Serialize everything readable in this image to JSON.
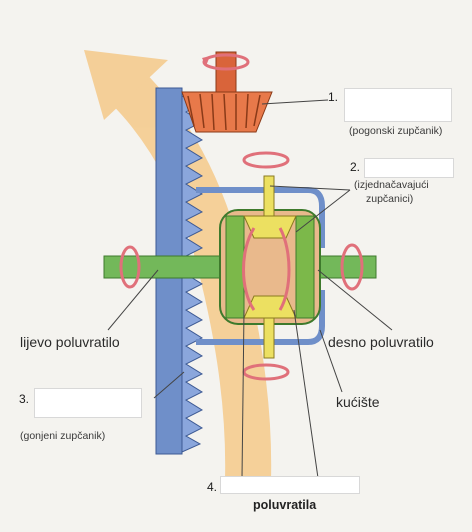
{
  "labels": {
    "n1": "1.",
    "pogonski": "(pogonski zupčanik)",
    "n2": "2.",
    "izjednacavajuci": [
      "(izjednačavajući",
      "zupčanici)"
    ],
    "lijevo": "lijevo poluvratilo",
    "desno": "desno poluvratilo",
    "n3": "3.",
    "gonjeni": "(gonjeni zupčanik)",
    "kuciste": "kućište",
    "n4": "4.",
    "poluvratila": "poluvratila"
  },
  "colors": {
    "background": "#f4f3ef",
    "arrow": "#f4c98a",
    "ring_gear": "#6f8fc9",
    "pinion_gear": "#d9643a",
    "axle": "#73b85a",
    "planet_gear": "#ece061",
    "spider_gear": "#7cb84a",
    "housing": "#6f8fc9",
    "rotation_arrow": "#e0707a",
    "answer_box": "#ffffff"
  }
}
